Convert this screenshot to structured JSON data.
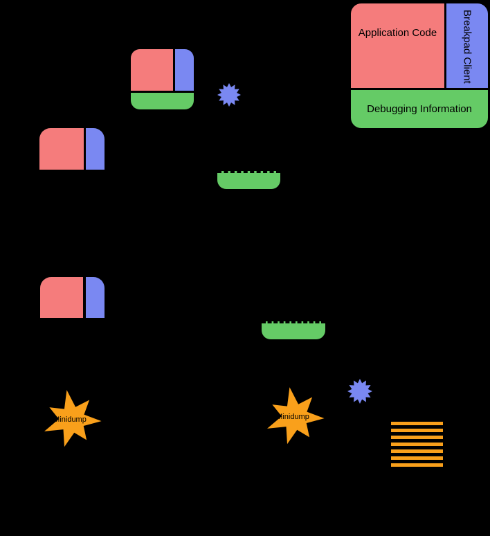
{
  "legend": {
    "application_code_label": "Application Code",
    "breakpad_client_label": "Breakpad Client",
    "debugging_information_label": "Debugging Information"
  },
  "minidump_stars": [
    {
      "label": "Minidump"
    },
    {
      "label": "Minidump"
    }
  ],
  "stack_trace_lines": 7,
  "colors": {
    "background": "#000000",
    "application_code_red": "#F57C7C",
    "breakpad_client_blue": "#7A88F2",
    "debugging_information_green": "#65CB66",
    "minidump_orange": "#F9A01B",
    "outline_black": "#000000"
  }
}
